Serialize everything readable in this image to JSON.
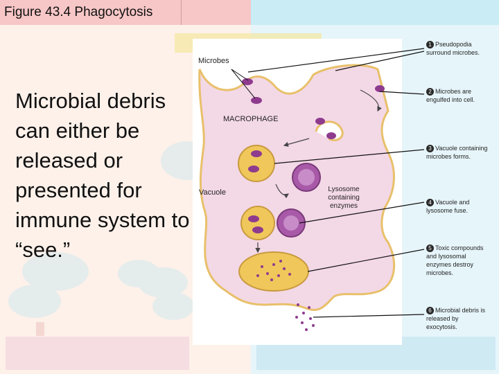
{
  "title": "Figure 43.4 Phagocytosis",
  "slide_text": "Microbial debris can either be released or presented for immune system to “see.”",
  "labels": {
    "microbes": "Microbes",
    "macrophage": "MACROPHAGE",
    "vacuole": "Vacuole",
    "lysosome": "Lysosome containing enzymes"
  },
  "steps": [
    {
      "n": "1",
      "text": "Pseudopodia surround microbes."
    },
    {
      "n": "2",
      "text": "Microbes are engulfed into cell."
    },
    {
      "n": "3",
      "text": "Vacuole containing microbes forms."
    },
    {
      "n": "4",
      "text": "Vacuole and lysosome fuse."
    },
    {
      "n": "5",
      "text": "Toxic compounds and lysosomal enzymes destroy microbes."
    },
    {
      "n": "6",
      "text": "Microbial debris is released by exocytosis."
    }
  ],
  "colors": {
    "cell_fill": "#f3d8e6",
    "membrane": "#e8c06a",
    "microbe": "#8e3b8e",
    "vacuole": "#f0c75a",
    "lysosome": "#a85aa8",
    "background_panel": "#eaf6fb"
  }
}
